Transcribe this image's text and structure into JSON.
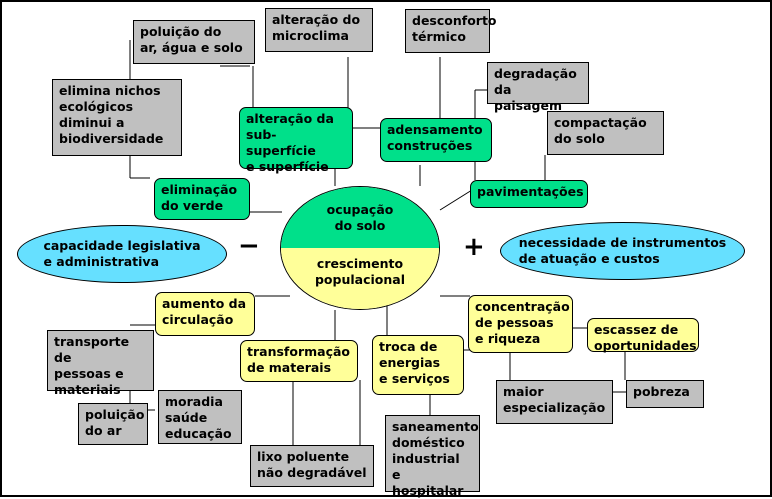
{
  "center": {
    "top_label": "ocupação\ndo solo",
    "bottom_label": "crescimento\npopulacional",
    "colors": {
      "top": "#00e08a",
      "bottom": "#ffff99"
    }
  },
  "signs": {
    "minus": "−",
    "plus": "+"
  },
  "ellipses": {
    "left": "capacidade legislativa\ne administrativa",
    "right": "necessidade de instrumentos\nde atuação e custos"
  },
  "grey_boxes": {
    "poluicao_ar_agua_solo": "poluição do\nar, água e solo",
    "alteracao_microclima": "alteração do\nmicroclima",
    "desconforto_termico": "desconforto\ntérmico",
    "degradacao_paisagem": "degradação\nda paisagem",
    "compactacao_solo": "compactação\ndo solo",
    "elimina_nichos": "elimina nichos\necológicos\ndiminui a\nbiodiversidade",
    "transporte": "transporte de\npessoas e\nmateriais",
    "poluicao_ar": "poluição\ndo ar",
    "moradia": "moradia\nsaúde\neducação",
    "lixo": "lixo poluente\nnão degradável",
    "saneamento": "saneamento\ndoméstico\nindustrial\ne hospitalar",
    "maior_especializacao": "maior\nespecialização",
    "pobreza": "pobreza"
  },
  "green_boxes": {
    "alteracao_subsuperficie": "alteração da\nsub-superfície\ne superfície",
    "adensamento": "adensamento\nconstruções",
    "eliminacao_verde": "eliminação\ndo verde",
    "pavimentacoes": "pavimentações"
  },
  "yellow_boxes": {
    "aumento_circulacao": "aumento da\ncirculação",
    "transformacao": "transformação\nde materais",
    "troca_energias": "troca de\nenergias\ne  serviços",
    "concentracao": "concentração\nde pessoas\ne riqueza",
    "escassez": "escassez  de\noportunidades"
  }
}
